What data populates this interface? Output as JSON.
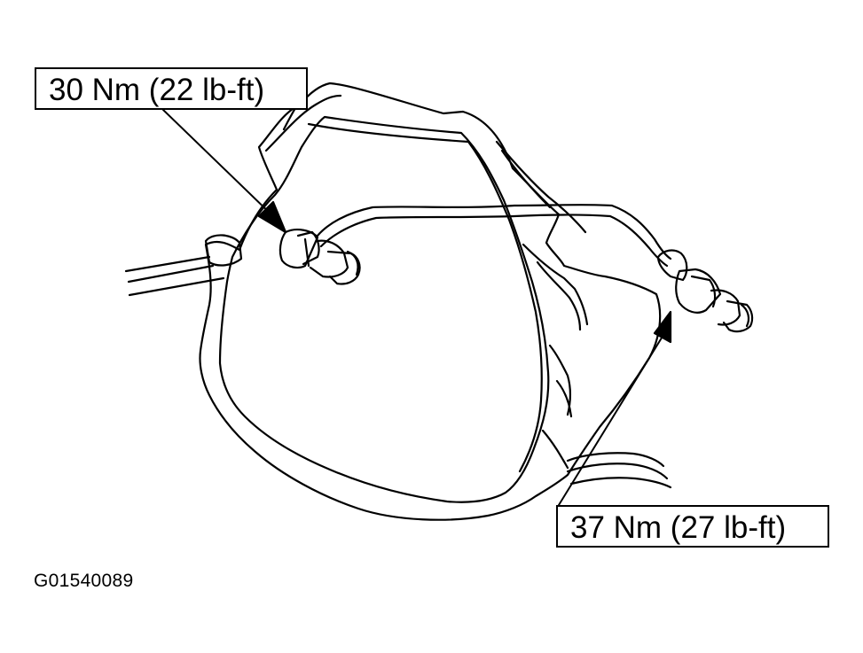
{
  "callouts": {
    "upper": "30 Nm (22 lb-ft)",
    "lower": "37 Nm (27 lb-ft)"
  },
  "figure_id": "G01540089",
  "colors": {
    "line": "#000000",
    "background": "#ffffff"
  }
}
